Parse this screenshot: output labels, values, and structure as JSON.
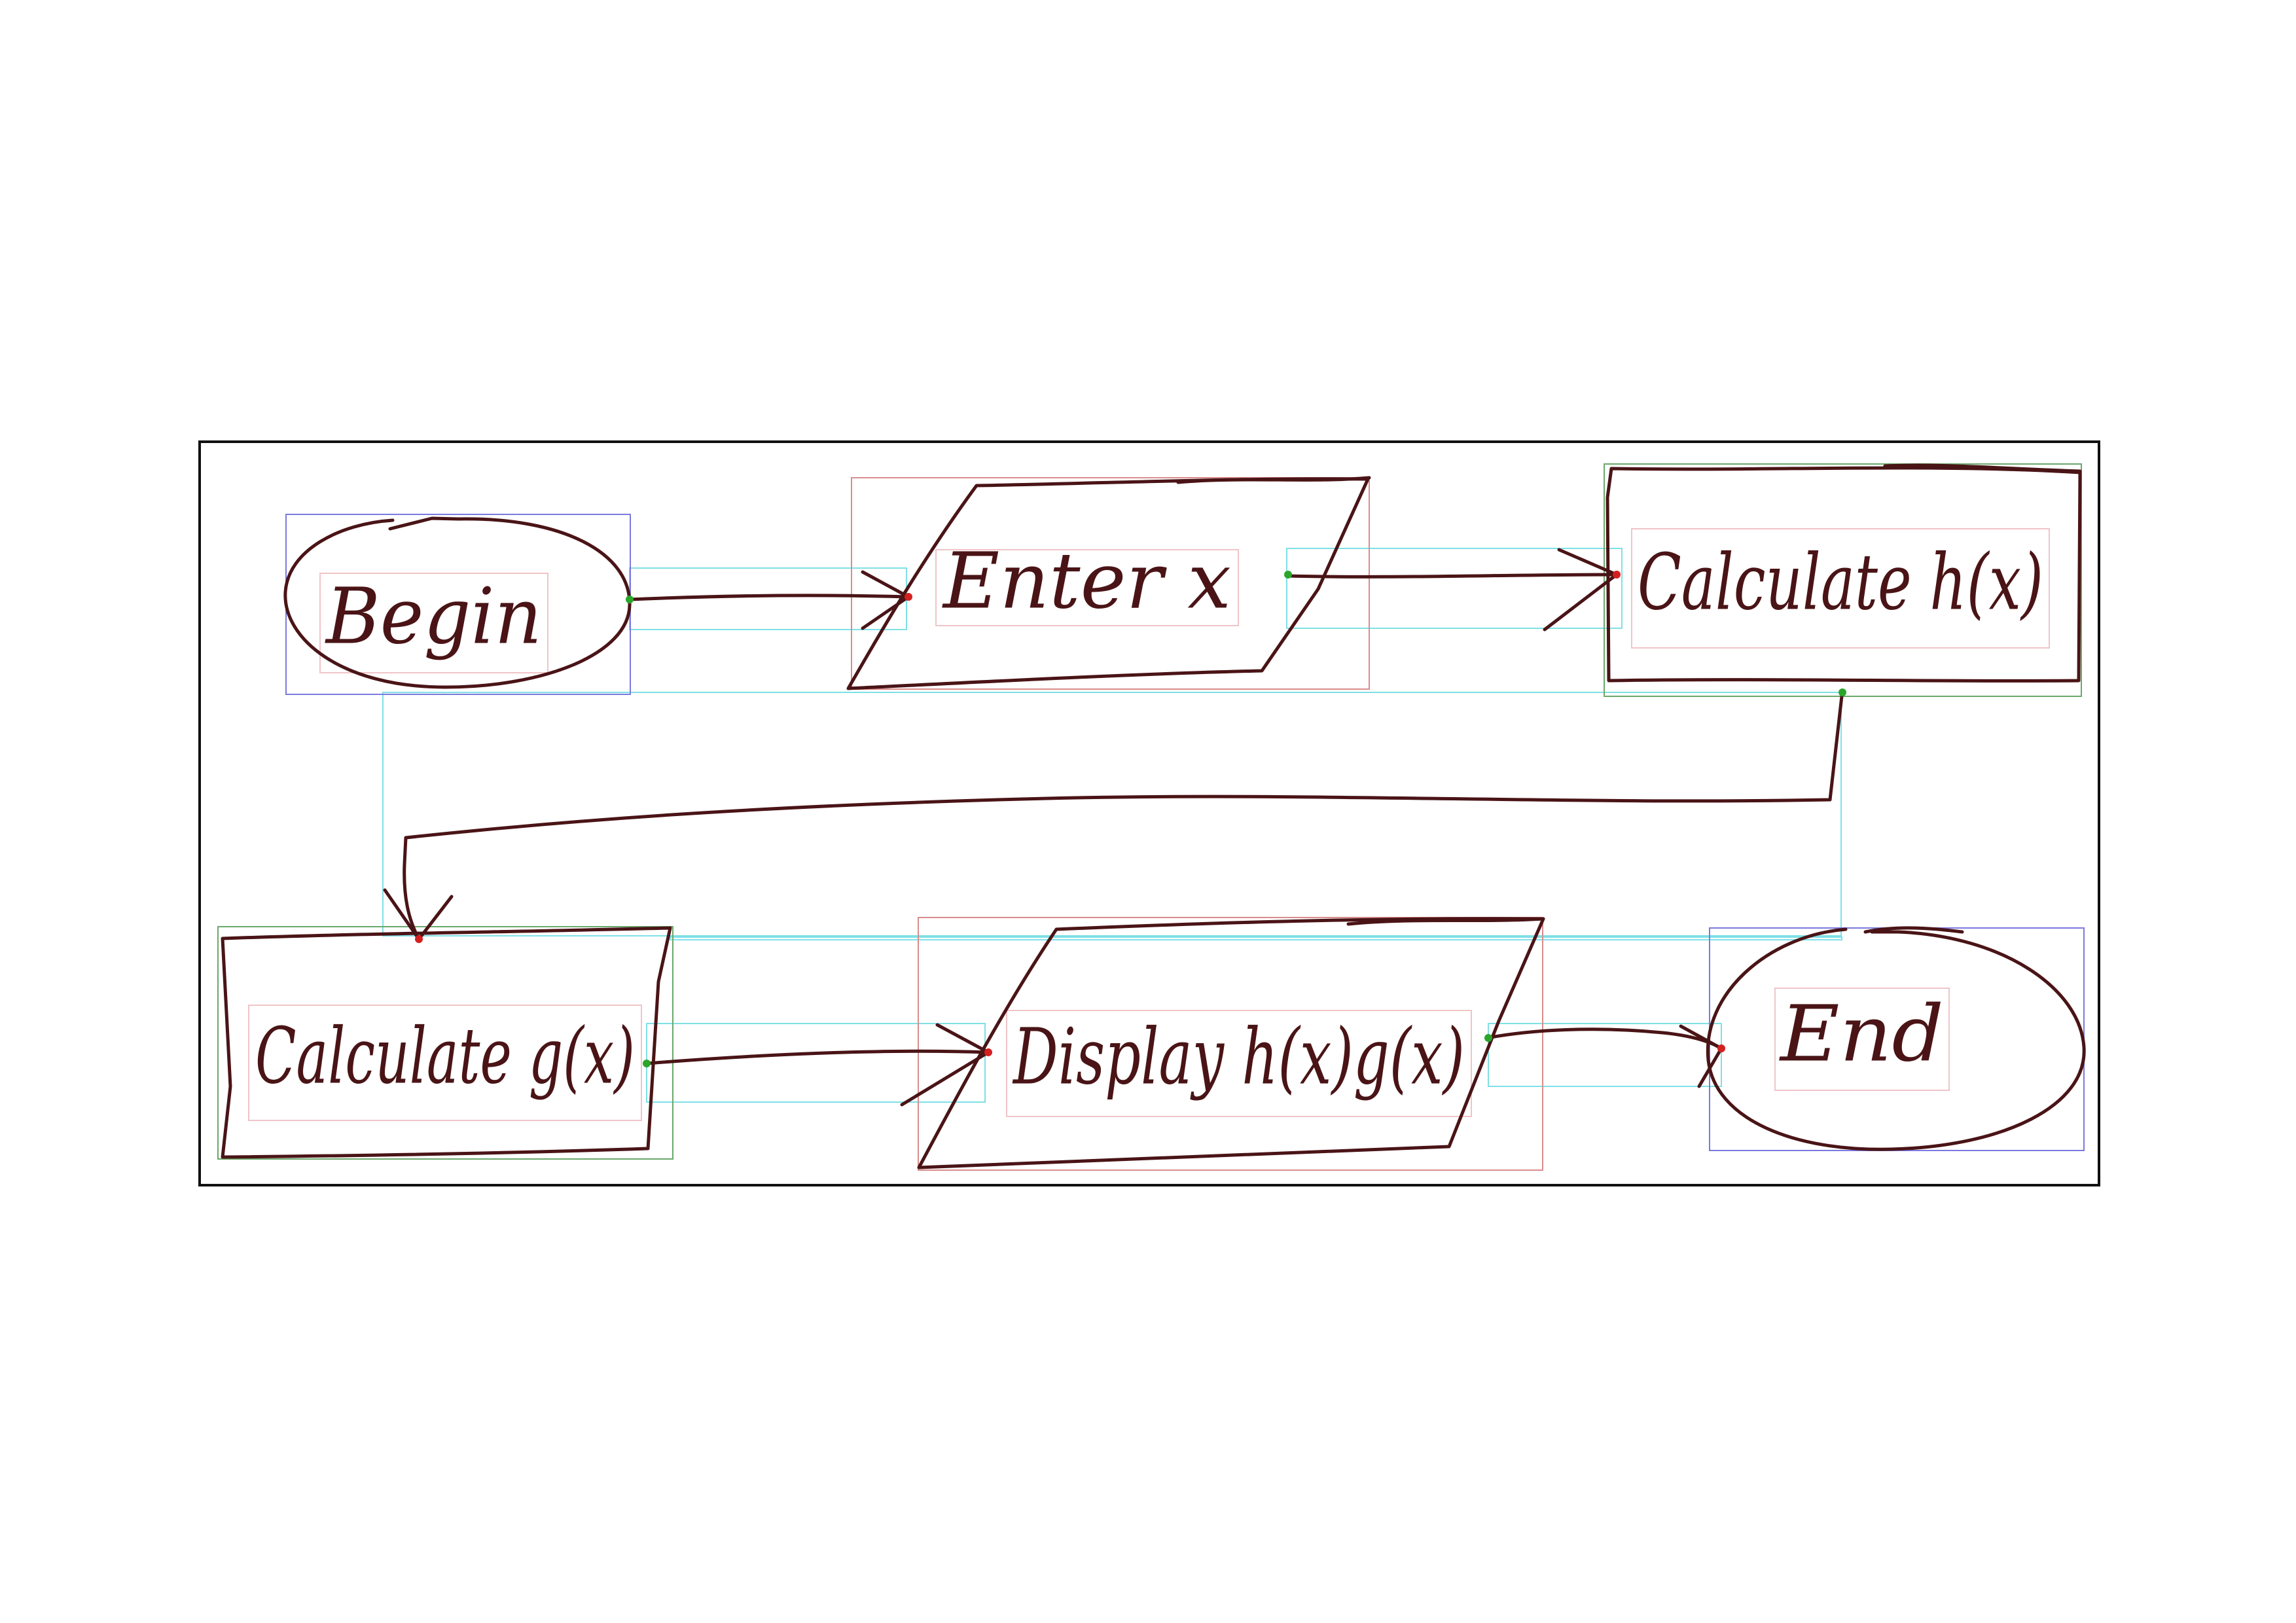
{
  "diagram": {
    "colors": {
      "ink": "#4a1416",
      "frame": "#111111",
      "guide_cyan": "#7fe0e6",
      "guide_red": "#d98c8c",
      "guide_green": "#6aa86a",
      "guide_blue": "#7a7adf",
      "endpoint_red": "#d42020",
      "endpoint_green": "#2aa62a"
    },
    "nodes": [
      {
        "id": "begin",
        "shape": "ellipse",
        "label": "Begin"
      },
      {
        "id": "enter_x",
        "shape": "parallelogram",
        "label": "Enter x"
      },
      {
        "id": "calc_h",
        "shape": "rectangle",
        "label": "Calculate h(x)"
      },
      {
        "id": "calc_g",
        "shape": "rectangle",
        "label": "Calculate g(x)"
      },
      {
        "id": "display",
        "shape": "parallelogram",
        "label": "Display h(x)g(x)"
      },
      {
        "id": "end",
        "shape": "ellipse",
        "label": "End"
      }
    ],
    "edges": [
      {
        "from": "begin",
        "to": "enter_x"
      },
      {
        "from": "enter_x",
        "to": "calc_h"
      },
      {
        "from": "calc_h",
        "to": "calc_g"
      },
      {
        "from": "calc_g",
        "to": "display"
      },
      {
        "from": "display",
        "to": "end"
      }
    ]
  }
}
